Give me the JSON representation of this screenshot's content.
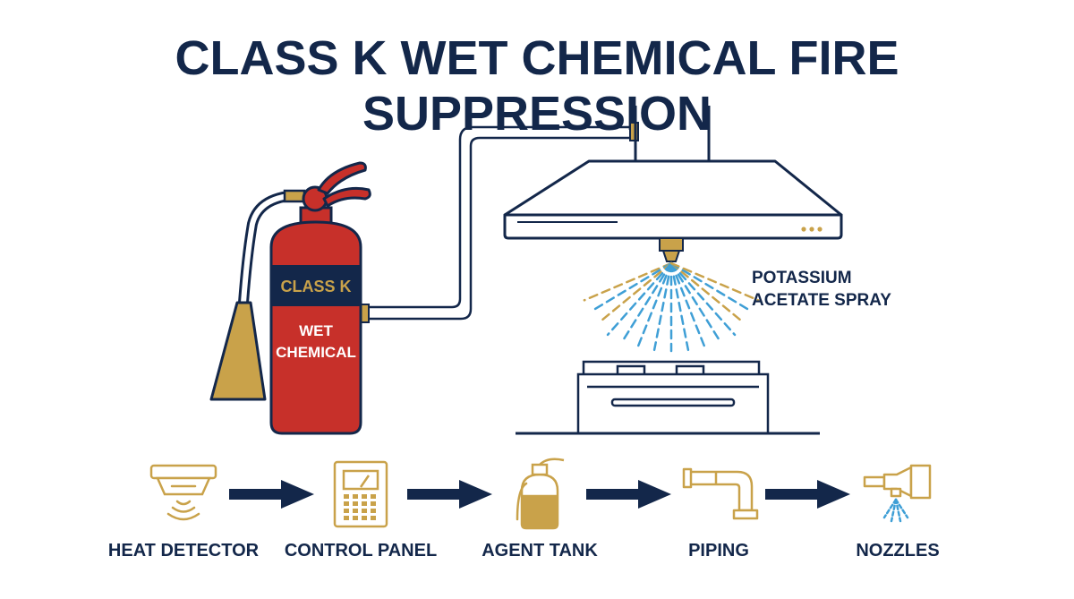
{
  "title": "CLASS K WET CHEMICAL FIRE SUPPRESSION",
  "extinguisher": {
    "band_label": "CLASS K",
    "body_line1": "WET",
    "body_line2": "CHEMICAL"
  },
  "spray_label": {
    "line1": "POTASSIUM",
    "line2": "ACETATE SPRAY"
  },
  "process_steps": [
    {
      "label": "HEAT DETECTOR",
      "icon": "heat-detector-icon"
    },
    {
      "label": "CONTROL PANEL",
      "icon": "control-panel-icon"
    },
    {
      "label": "AGENT TANK",
      "icon": "agent-tank-icon"
    },
    {
      "label": "PIPING",
      "icon": "piping-icon"
    },
    {
      "label": "NOZZLES",
      "icon": "nozzle-icon"
    }
  ],
  "colors": {
    "navy": "#13274a",
    "red": "#c7302a",
    "gold": "#c9a24a",
    "blue_spray": "#3f9fd6"
  }
}
